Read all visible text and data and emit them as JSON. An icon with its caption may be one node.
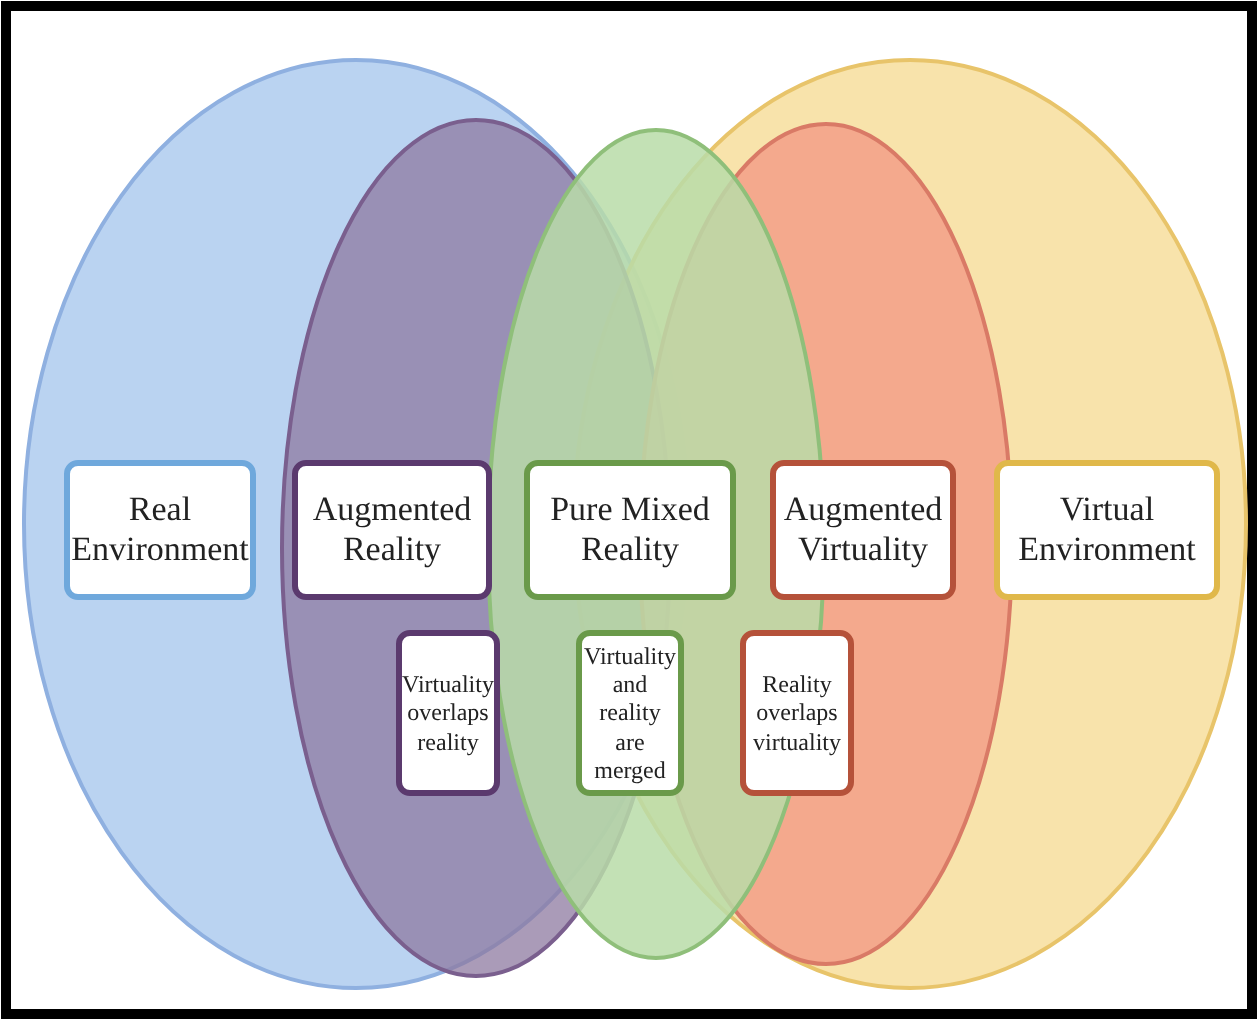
{
  "diagram": {
    "nodes": [
      {
        "text": [
          "Real Environment"
        ]
      },
      {
        "text": [
          "Augmented Reality"
        ]
      },
      {
        "text": [
          "Pure Mixed Reality"
        ]
      },
      {
        "text": [
          "Augmented Virtuality"
        ]
      },
      {
        "text": [
          "Virtual Environment"
        ]
      },
      {
        "text": [
          "Virtuality overlaps reality"
        ]
      },
      {
        "text": [
          "Virtuality and reality are merged"
        ]
      },
      {
        "text": [
          "Reality overlaps virtuality"
        ]
      }
    ]
  }
}
